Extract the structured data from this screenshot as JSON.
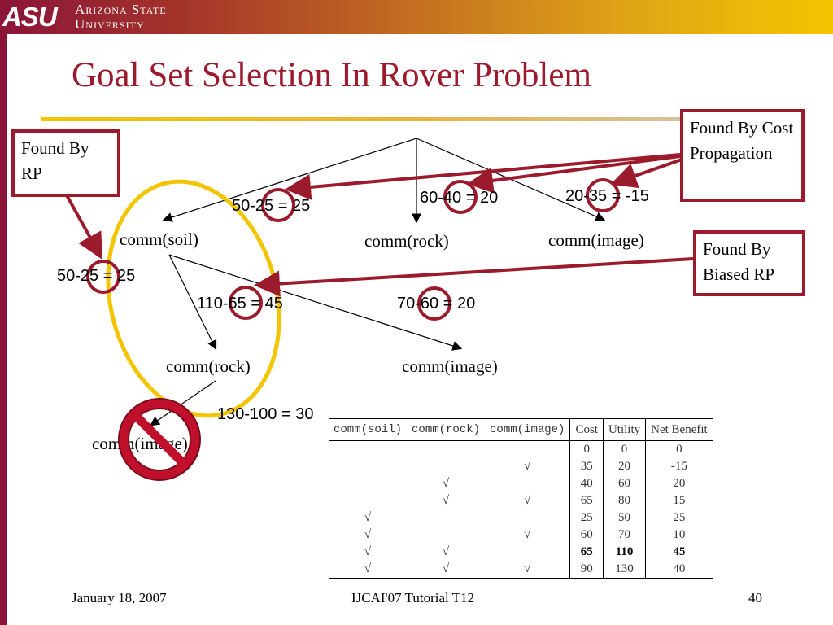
{
  "header": {
    "logo_text": "ASU",
    "university_line1": "Arizona State",
    "university_line2": "University"
  },
  "title": "Goal Set Selection In Rover Problem",
  "tree": {
    "root_children": [
      "comm(soil)",
      "comm(rock)",
      "comm(image)"
    ],
    "level1_values": [
      "50-25 = 25",
      "60-40 = 20",
      "20-35 = -15"
    ],
    "soil_children": [
      "comm(rock)",
      "comm(image)"
    ],
    "soil_value": "50-25 = 25",
    "level2_values": [
      "110-65 = 45",
      "70-60 = 20"
    ],
    "rock_child": "comm(image)",
    "level3_value": "130-100 = 30"
  },
  "callouts": {
    "rp": "Found By RP",
    "cost_propagation": "Found By Cost Propagation",
    "biased_rp": "Found By Biased RP"
  },
  "table": {
    "headers": [
      "comm(soil)",
      "comm(rock)",
      "comm(image)",
      "Cost",
      "Utility",
      "Net Benefit"
    ],
    "check": "√",
    "rows": [
      [
        "",
        "",
        "",
        "0",
        "0",
        "0"
      ],
      [
        "",
        "",
        "√",
        "35",
        "20",
        "-15"
      ],
      [
        "",
        "√",
        "",
        "40",
        "60",
        "20"
      ],
      [
        "",
        "√",
        "√",
        "65",
        "80",
        "15"
      ],
      [
        "√",
        "",
        "",
        "25",
        "50",
        "25"
      ],
      [
        "√",
        "",
        "√",
        "60",
        "70",
        "10"
      ],
      [
        "√",
        "√",
        "",
        "65",
        "110",
        "45"
      ],
      [
        "√",
        "√",
        "√",
        "90",
        "130",
        "40"
      ]
    ],
    "bold_row_index": 6
  },
  "footer": {
    "date": "January 18, 2007",
    "center": "IJCAI'07 Tutorial T12",
    "page": "40"
  },
  "colors": {
    "maroon": "#9b1a2c",
    "gold_ellipse": "#f2c500",
    "prohibit_red": "#c0102c"
  },
  "icons": {
    "prohibit": "prohibition-sign-icon"
  }
}
